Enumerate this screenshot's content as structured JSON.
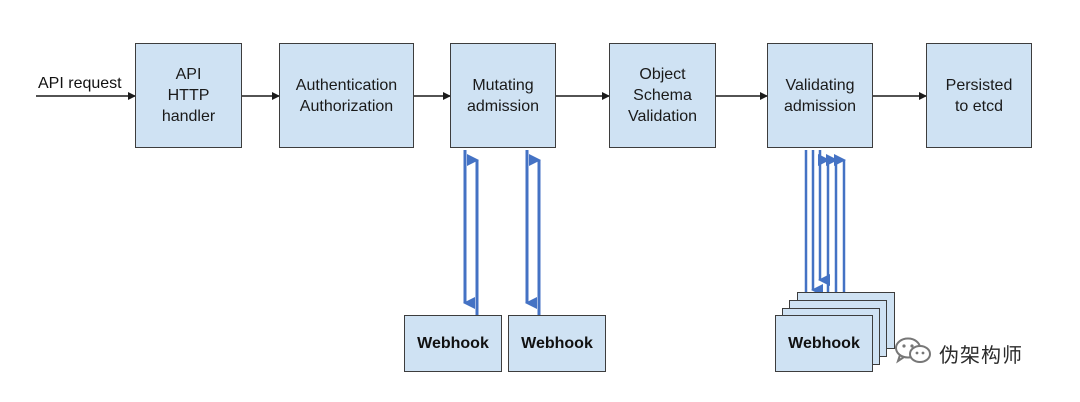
{
  "request_label": "API request",
  "stages": [
    {
      "id": "api",
      "label": "API\nHTTP\nhandler"
    },
    {
      "id": "auth",
      "label": "Authentication\nAuthorization"
    },
    {
      "id": "mutating",
      "label": "Mutating\nadmission"
    },
    {
      "id": "schema",
      "label": "Object\nSchema\nValidation"
    },
    {
      "id": "validating",
      "label": "Validating\nadmission"
    },
    {
      "id": "persist",
      "label": "Persisted\nto etcd"
    }
  ],
  "webhooks": {
    "mutating_1": "Webhook",
    "mutating_2": "Webhook",
    "validating": "Webhook"
  },
  "watermark": {
    "text": "伪架构师",
    "icon": "wechat-icon"
  },
  "colors": {
    "box_fill": "#cfe2f3",
    "webhook_arrow": "#4472c4",
    "flow_arrow": "#1a1a1a"
  }
}
